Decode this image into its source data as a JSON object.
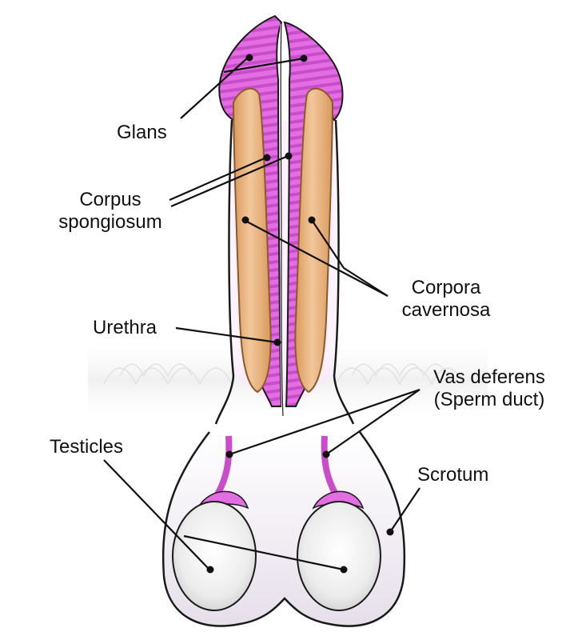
{
  "diagram": {
    "labels": {
      "glans": "Glans",
      "corpus_spongiosum": [
        "Corpus",
        "spongiosum"
      ],
      "corpora_cavernosa": [
        "Corpora",
        "cavernosa"
      ],
      "urethra": "Urethra",
      "vas_deferens": [
        "Vas deferens",
        "(Sperm duct)"
      ],
      "testicles": "Testicles",
      "scrotum": "Scrotum"
    },
    "colors": {
      "spongy_tissue": "#e36ee3",
      "spongy_stripe": "#c94cc9",
      "erectile_tissue": "#e6ab72",
      "erectile_highlight": "#f4cfa4",
      "testicle": "#e4e4e4",
      "scrotum": "#ebe6ee",
      "outline": "#1a1a1a"
    }
  }
}
